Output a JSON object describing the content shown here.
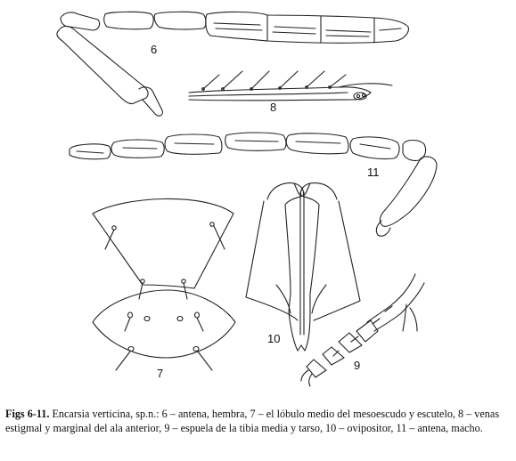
{
  "figure": {
    "labels": {
      "fig6": "6",
      "fig7": "7",
      "fig8": "8",
      "fig9": "9",
      "fig10": "10",
      "fig11": "11"
    }
  },
  "caption": {
    "label": "Figs 6-11.",
    "text": "Encarsia verticina, sp.n.: 6 – antena, hembra, 7 – el lóbulo medio del mesoescudo y escutelo, 8 – venas estigmal y marginal del ala anterior, 9 – espuela de la tibia media y tarso, 10 – ovipositor, 11 – antena, macho."
  }
}
